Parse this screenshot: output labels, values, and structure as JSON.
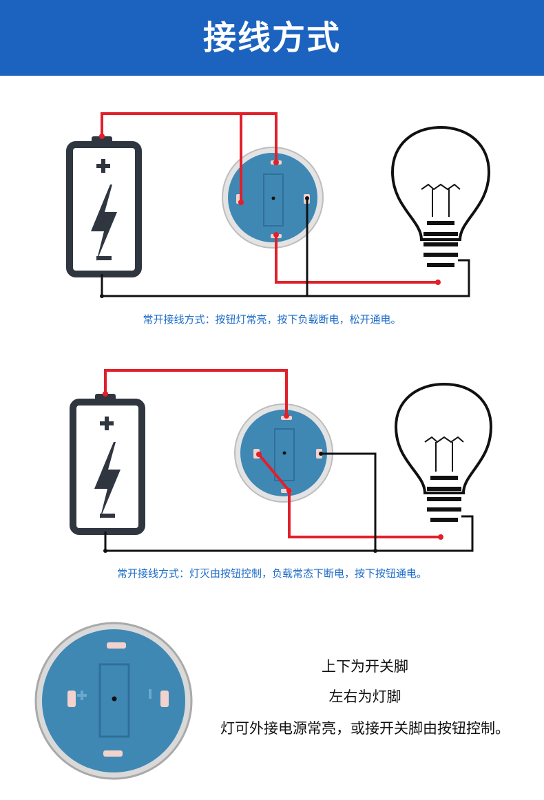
{
  "header": {
    "title": "接线方式"
  },
  "diagram1": {
    "caption": "常开接线方式：按钮灯常亮，按下负载断电，松开通电。"
  },
  "diagram2": {
    "caption": "常开接线方式：灯灭由按钮控制，负载常态下断电，按下按钮通电。"
  },
  "detail": {
    "line1": "上下为开关脚",
    "line2": "左右为灯脚",
    "line3": "灯可外接电源常亮，或接开关脚由按钮控制。"
  },
  "colors": {
    "banner": "#1b63bf",
    "caption": "#1e6cc8",
    "wire_red": "#e0202a",
    "wire_black": "#111111",
    "button_face": "#3f88b4",
    "battery": "#2f3640"
  },
  "icons": [
    "battery-icon",
    "button-switch-icon",
    "light-bulb-icon"
  ]
}
